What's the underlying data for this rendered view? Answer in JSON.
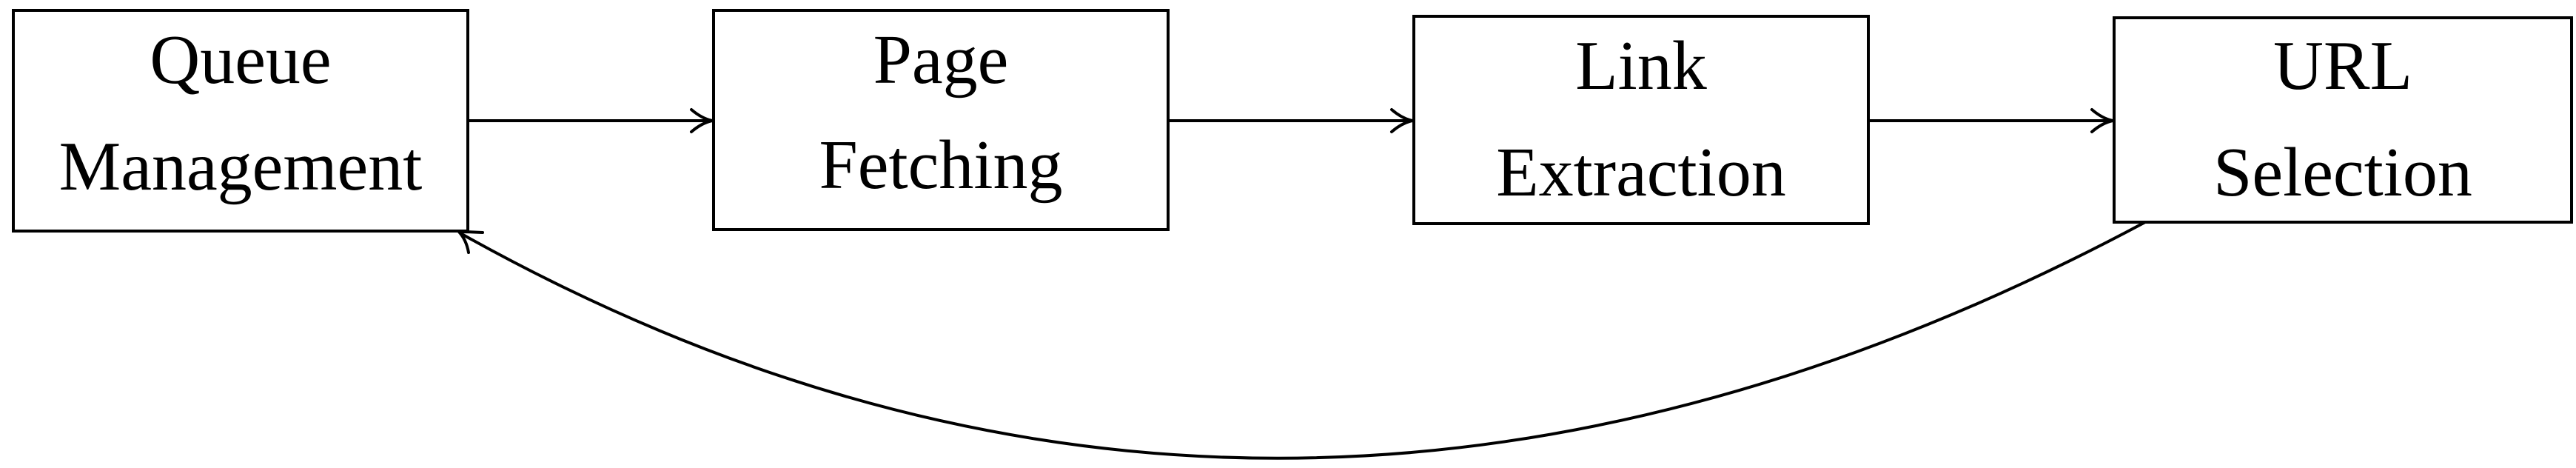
{
  "nodes": [
    {
      "id": "queue-management",
      "lines": [
        "Queue",
        "Management"
      ]
    },
    {
      "id": "page-fetching",
      "lines": [
        "Page",
        "Fetching"
      ]
    },
    {
      "id": "link-extraction",
      "lines": [
        "Link",
        "Extraction"
      ]
    },
    {
      "id": "url-selection",
      "lines": [
        "URL",
        "Selection"
      ]
    }
  ],
  "edges": [
    {
      "from": "queue-management",
      "to": "page-fetching"
    },
    {
      "from": "page-fetching",
      "to": "link-extraction"
    },
    {
      "from": "link-extraction",
      "to": "url-selection"
    },
    {
      "from": "url-selection",
      "to": "queue-management"
    }
  ]
}
